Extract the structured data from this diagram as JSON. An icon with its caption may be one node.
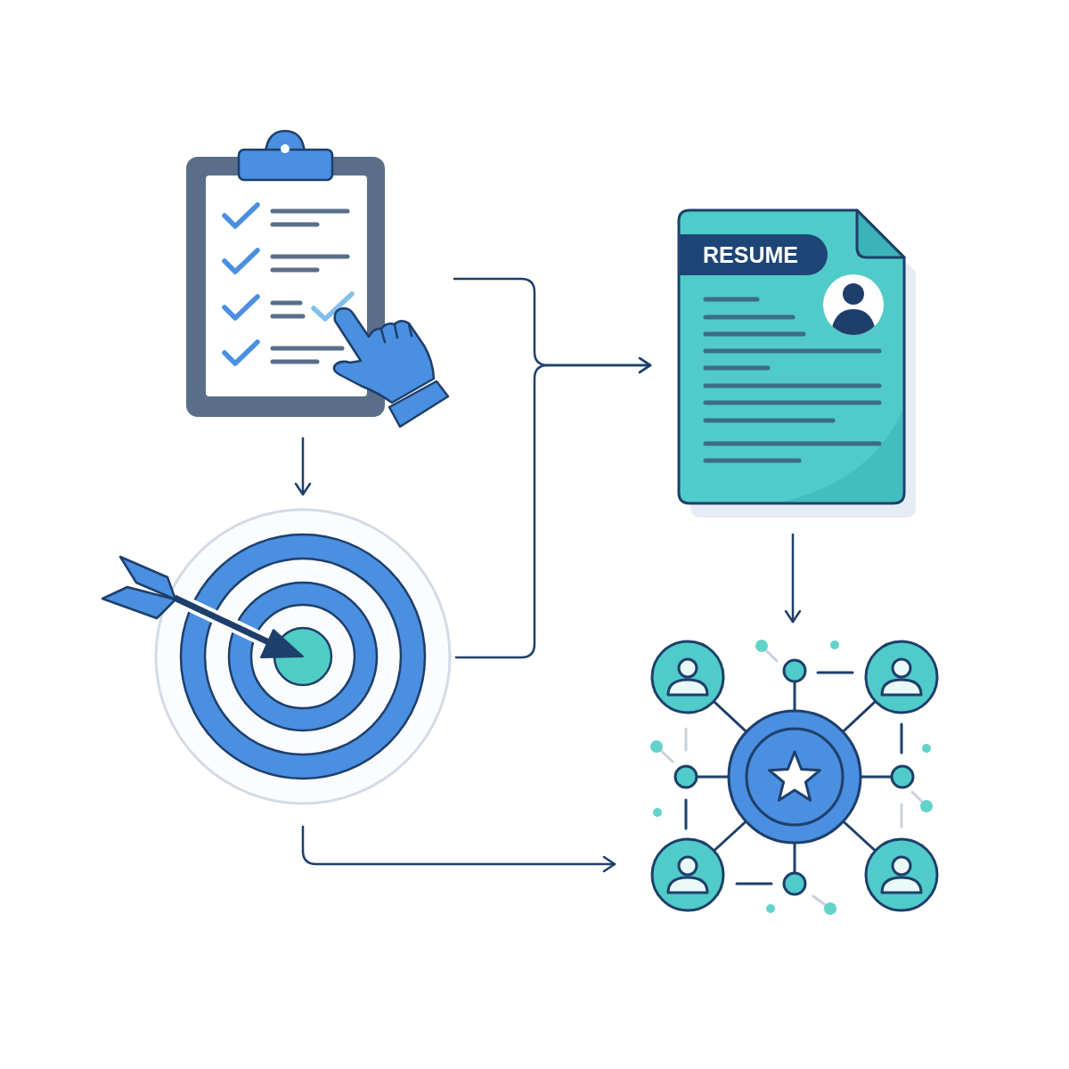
{
  "diagram": {
    "nodes": [
      {
        "text": [],
        "shape": "picture"
      },
      {
        "text": [],
        "shape": "picture"
      },
      {
        "text": [
          "RESUME"
        ]
      },
      {
        "text": [],
        "shape": "picture"
      }
    ],
    "edges": [
      {
        "from": 0,
        "to": 1,
        "arrow": "to"
      },
      {
        "from": 0,
        "to": 2,
        "arrow": "to"
      },
      {
        "from": 1,
        "to": 2,
        "arrow": "to"
      },
      {
        "from": 2,
        "to": 3,
        "arrow": "to"
      },
      {
        "from": 1,
        "to": 3,
        "arrow": "to"
      }
    ]
  }
}
